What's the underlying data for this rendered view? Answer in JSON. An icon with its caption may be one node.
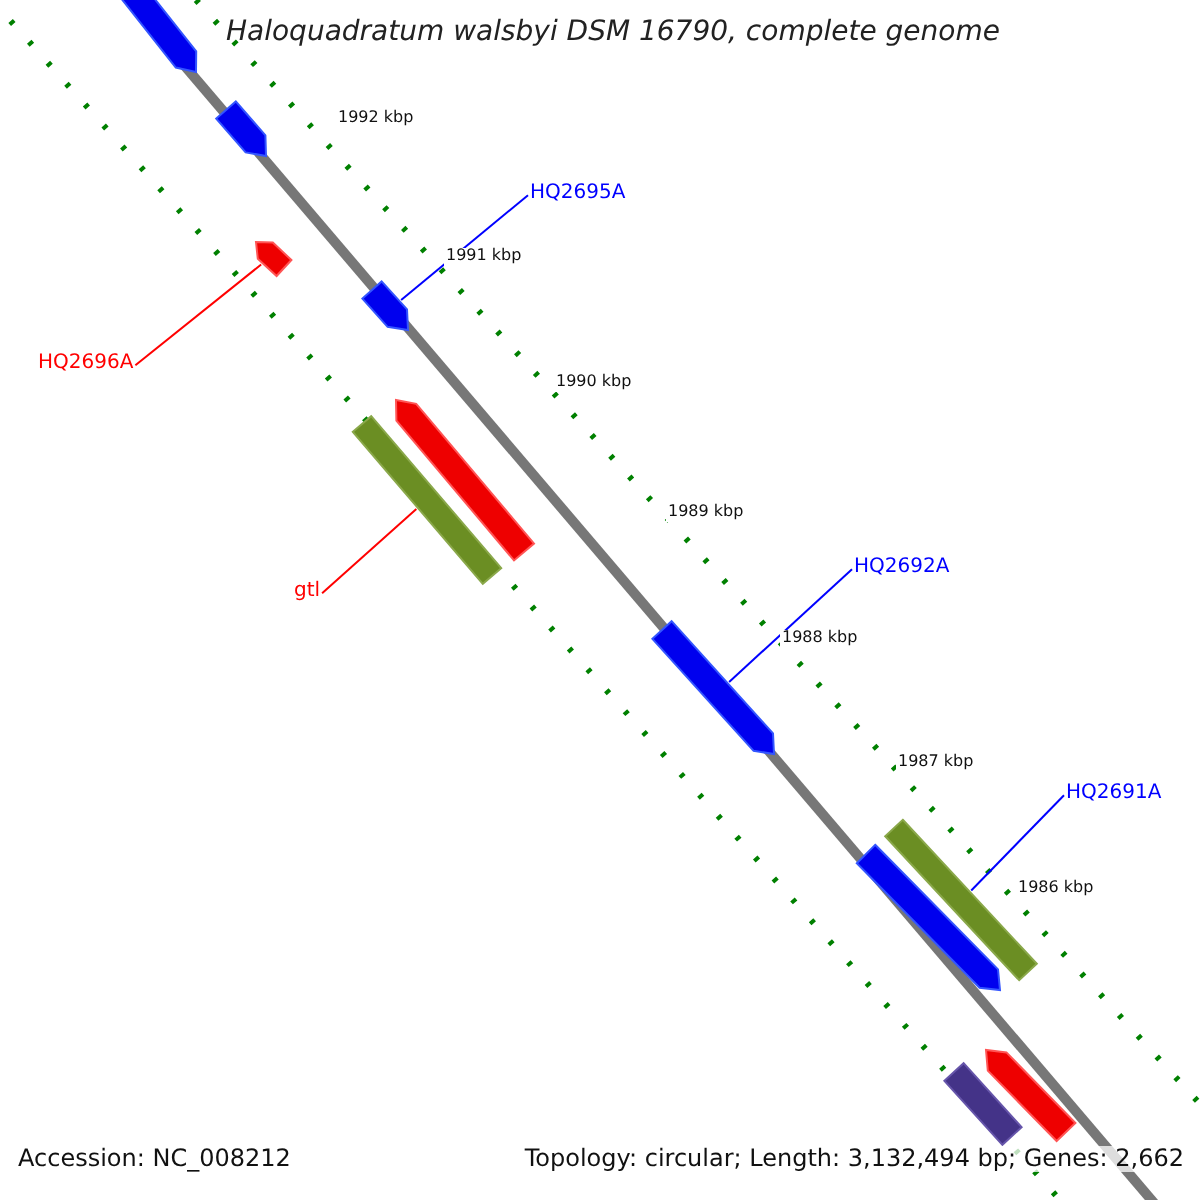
{
  "diagram": {
    "title": "Haloquadratum walsbyi DSM 16790, complete genome",
    "nodes": [
      {
        "text": [
          "HQ2695A"
        ]
      },
      {
        "text": [
          "HQ2696A"
        ]
      },
      {
        "text": [
          "gtl"
        ]
      },
      {
        "text": [
          "HQ2692A"
        ]
      },
      {
        "text": [
          "HQ2691A"
        ]
      },
      {
        "text": [],
        "shape": "arrow"
      },
      {
        "text": [],
        "shape": "arrow"
      },
      {
        "text": [],
        "shape": "bar"
      },
      {
        "text": [],
        "shape": "arrow"
      },
      {
        "text": [],
        "shape": "bar"
      },
      {
        "text": [],
        "shape": "arrow"
      },
      {
        "text": [],
        "shape": "arrow"
      },
      {
        "text": [],
        "shape": "arrow"
      },
      {
        "text": [],
        "shape": "arrow"
      },
      {
        "text": [],
        "shape": "arrow"
      },
      {
        "text": [],
        "shape": "arrow"
      }
    ],
    "edges": [
      {
        "from": 0,
        "to": 5,
        "arrow": "none"
      },
      {
        "from": 1,
        "to": 6,
        "arrow": "none",
        "color": "#ff0000"
      },
      {
        "from": 2,
        "to": 7,
        "arrow": "none",
        "color": "#ff0000"
      },
      {
        "from": 3,
        "to": 8,
        "arrow": "none"
      },
      {
        "from": 4,
        "to": 9,
        "arrow": "none"
      }
    ],
    "labels": [
      "1992 kbp",
      "1991 kbp",
      "1990 kbp",
      "1989 kbp",
      "1988 kbp",
      "1987 kbp",
      "1986 kbp",
      "Accession: NC_008212",
      "Topology: circular; Length: 3,132,494 bp; Genes: 2,662"
    ]
  }
}
